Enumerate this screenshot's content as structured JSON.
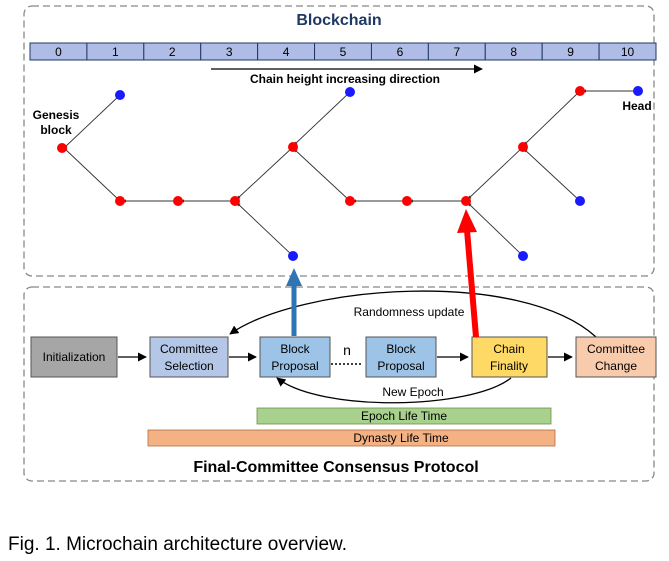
{
  "top_section": {
    "title": "Blockchain",
    "height_indices": [
      "0",
      "1",
      "2",
      "3",
      "4",
      "5",
      "6",
      "7",
      "8",
      "9",
      "10"
    ],
    "direction_label": "Chain height increasing direction",
    "genesis_label_line1": "Genesis",
    "genesis_label_line2": "block",
    "head_label": "Head"
  },
  "bottom_section": {
    "title": "Final-Committee Consensus Protocol",
    "boxes": {
      "initialization": [
        "Initialization"
      ],
      "committee_selection": [
        "Committee",
        "Selection"
      ],
      "block_proposal_1": [
        "Block",
        "Proposal"
      ],
      "block_proposal_2": [
        "Block",
        "Proposal"
      ],
      "chain_finality": [
        "Chain",
        "Finality"
      ],
      "committee_change": [
        "Committee",
        "Change"
      ]
    },
    "n_label": "n",
    "randomness_label": "Randomness update",
    "new_epoch_label": "New Epoch",
    "epoch_bar_label": "Epoch Life Time",
    "dynasty_bar_label": "Dynasty Life Time"
  },
  "caption": "Fig. 1.  Microchain architecture overview.",
  "colors": {
    "finalized_block": "#ff0000",
    "pending_block": "#1a1aff",
    "index_bar": "#aebce6",
    "initialization_box": "#a6a6a6",
    "selection_box": "#b4c7e7",
    "proposal_box": "#9dc3e6",
    "finality_box": "#ffd966",
    "change_box": "#f8cbad",
    "epoch_bar": "#a9d18e",
    "dynasty_bar": "#f4b183",
    "blue_arrow": "#2e75b6",
    "red_arrow": "#ff0000"
  }
}
